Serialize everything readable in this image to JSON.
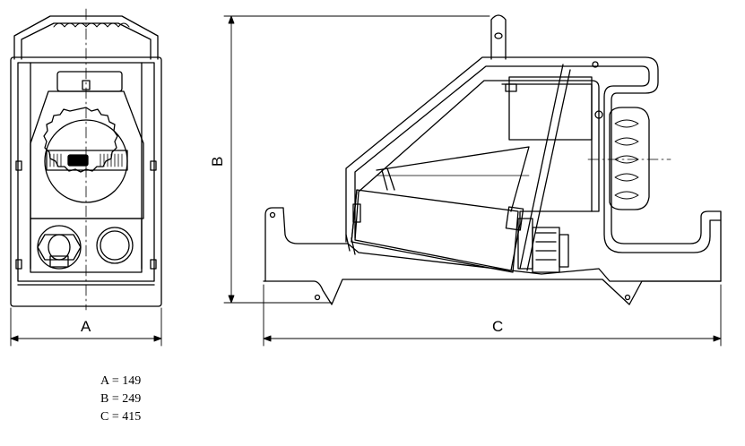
{
  "dimension_labels": {
    "a": "A",
    "b": "B",
    "c": "C"
  },
  "legend": [
    {
      "text": "A = 149"
    },
    {
      "text": "B = 249"
    },
    {
      "text": "C = 415"
    }
  ]
}
